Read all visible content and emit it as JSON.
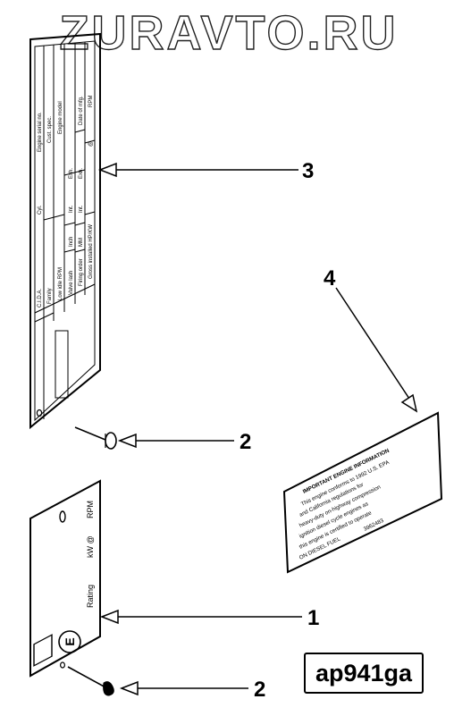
{
  "watermark": "ZURAVTO.RU",
  "diagram_code": "ap941ga",
  "callouts": [
    "1",
    "2",
    "2",
    "3",
    "4"
  ],
  "plate_top": {
    "rows": [
      [
        "C.I.D.A.",
        "Cyl.",
        "Engine serial no."
      ],
      [
        "Family",
        "",
        "Cust. spec."
      ],
      [
        "Low idle RPM",
        "",
        "Engine model"
      ],
      [
        "Valve lash",
        "Inch",
        "Int.",
        "Exh."
      ],
      [
        "",
        "MM",
        "Int.",
        "Exh."
      ],
      [
        "Firing order",
        "",
        "",
        "Date of mfg."
      ],
      [
        "Gross installed HP/KW",
        "@",
        "RPM"
      ]
    ]
  },
  "plate_bottom": {
    "labels": [
      "Rating",
      "kW @",
      "RPM"
    ]
  },
  "decal": {
    "lines": [
      "IMPORTANT ENGINE INFORMATION",
      "This engine conforms to 1992 U.S. EPA",
      "and California regulations for",
      "heavy-duty on-highway compression",
      "ignition diesel cycle engines as",
      "this engine is certified to operate",
      "ON DIESEL FUEL",
      "3962483"
    ]
  }
}
